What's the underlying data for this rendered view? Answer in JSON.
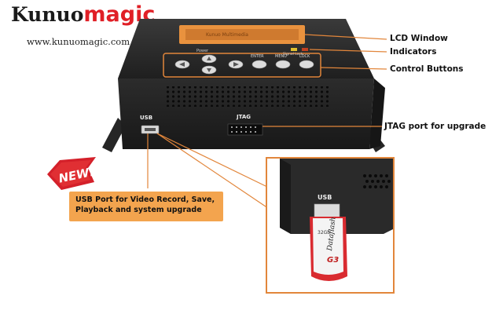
{
  "brand": {
    "name_part1": "Kunuo",
    "name_part2": "magic",
    "url": "www.kunuomagic.com"
  },
  "device": {
    "port_usb": "USB",
    "port_jtag": "JTAG",
    "btn_enter": "ENTER",
    "btn_menu": "MENU",
    "btn_lock": "LOCK",
    "power_label": "Power",
    "lcd_brand": "Kunuo Multimedia",
    "ind_labels": "Signal   Lock"
  },
  "callouts": {
    "lcd": "LCD Window",
    "indicators": "Indicators",
    "buttons": "Control Buttons",
    "jtag": "JTAG port for upgrade",
    "usb_line1": "USB Port for Video Record, Save,",
    "usb_line2": "Playback and system upgrade"
  },
  "badge": {
    "text": "NEW!"
  },
  "inset": {
    "usb_label": "USB",
    "stick_brand": "Dataflash",
    "stick_size": "32Gb",
    "stick_model": "G3"
  },
  "colors": {
    "accent_orange": "#f3a44e",
    "callout_line": "#e2863b",
    "brand_red": "#e01f26",
    "device_body": "#2a2a2a"
  }
}
